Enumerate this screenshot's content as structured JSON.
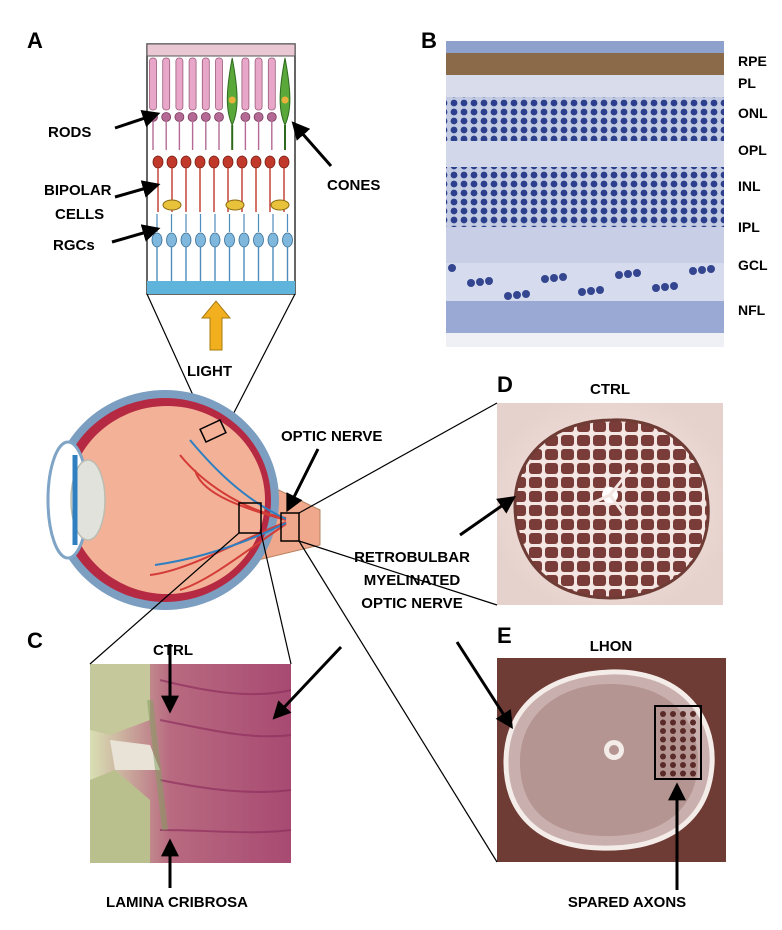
{
  "panels": {
    "a": "A",
    "b": "B",
    "c": "C",
    "d": "D",
    "e": "E"
  },
  "panel_a": {
    "rods": "RODS",
    "bipolar_1": "BIPOLAR",
    "bipolar_2": "CELLS",
    "rgcs": "RGCs",
    "cones": "CONES",
    "light": "LIGHT"
  },
  "panel_b": {
    "layers": [
      "RPE",
      "PL",
      "ONL",
      "OPL",
      "INL",
      "IPL",
      "GCL",
      "NFL"
    ]
  },
  "eye": {
    "optic_nerve": "OPTIC NERVE"
  },
  "panel_c": {
    "ctrl": "CTRL",
    "lamina": "LAMINA CRIBROSA"
  },
  "panel_d": {
    "ctrl": "CTRL",
    "retro_1": "RETROBULBAR",
    "retro_2": "MYELINATED",
    "retro_3": "OPTIC NERVE"
  },
  "panel_e": {
    "lhon": "LHON",
    "spared": "SPARED AXONS"
  },
  "colors": {
    "rod": "#e8a6c8",
    "cone": "#5aa83a",
    "bipolar": "#c0392b",
    "rgc": "#7fb8dc",
    "arrow_light": "#f2b01e",
    "histo_blue": "#3d55a3",
    "stain_brown": "#6e3b35"
  }
}
